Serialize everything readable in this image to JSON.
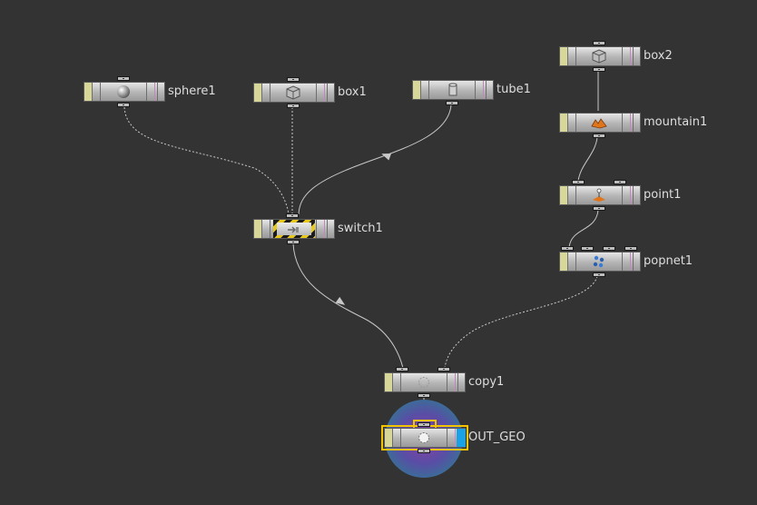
{
  "network": {
    "nodes": [
      {
        "id": "sphere1",
        "label": "sphere1",
        "icon": "sphere-icon"
      },
      {
        "id": "box1",
        "label": "box1",
        "icon": "box-icon"
      },
      {
        "id": "tube1",
        "label": "tube1",
        "icon": "tube-icon"
      },
      {
        "id": "box2",
        "label": "box2",
        "icon": "box-icon"
      },
      {
        "id": "mountain1",
        "label": "mountain1",
        "icon": "mountain-icon"
      },
      {
        "id": "point1",
        "label": "point1",
        "icon": "point-icon"
      },
      {
        "id": "popnet1",
        "label": "popnet1",
        "icon": "particles-icon"
      },
      {
        "id": "switch1",
        "label": "switch1",
        "icon": "switch-icon",
        "bypassed": true
      },
      {
        "id": "copy1",
        "label": "copy1",
        "icon": "copy-icon"
      },
      {
        "id": "OUT_GEO",
        "label": "OUT_GEO",
        "icon": "null-icon",
        "display": true,
        "selected": true
      }
    ],
    "connections": [
      {
        "from": "sphere1",
        "to": "switch1",
        "style": "dotted"
      },
      {
        "from": "box1",
        "to": "switch1",
        "style": "dotted"
      },
      {
        "from": "tube1",
        "to": "switch1",
        "style": "solid"
      },
      {
        "from": "box2",
        "to": "mountain1",
        "style": "solid"
      },
      {
        "from": "mountain1",
        "to": "point1",
        "style": "solid"
      },
      {
        "from": "point1",
        "to": "popnet1",
        "style": "solid"
      },
      {
        "from": "switch1",
        "to": "copy1",
        "style": "solid"
      },
      {
        "from": "popnet1",
        "to": "copy1",
        "style": "dotted"
      },
      {
        "from": "copy1",
        "to": "OUT_GEO",
        "style": "solid"
      }
    ],
    "colors": {
      "background": "#333333",
      "wire": "#c8c8c8",
      "bypass_yellow": "#e8c81a",
      "selected_outline": "#f2c400",
      "display_flag": "#19a3e6",
      "template_flag": "#c586c0",
      "display_halo": "#3e6a99"
    }
  }
}
